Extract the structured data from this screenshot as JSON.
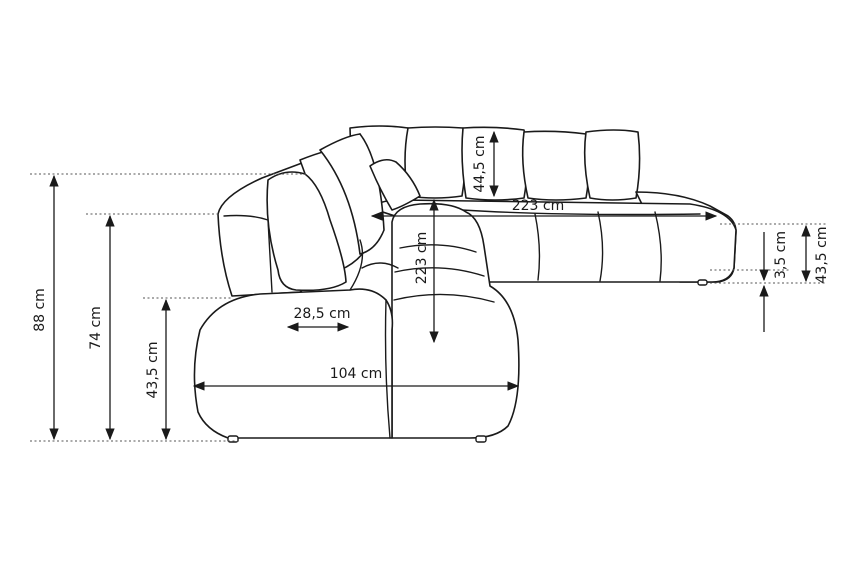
{
  "diagram": {
    "subject": "corner-sofa-dimensions",
    "labels": {
      "total_height": "88 cm",
      "backrest_height": "74 cm",
      "seat_height_left": "43,5 cm",
      "seat_depth": "104 cm",
      "armrest_width": "28,5 cm",
      "chaise_length": "223 cm",
      "sofa_width": "223 cm",
      "back_cushion_height": "44,5 cm",
      "leg_height": "3,5 cm",
      "seat_height_right": "43,5 cm"
    },
    "colors": {
      "line": "#1a1a1a",
      "guide": "#555555",
      "background": "#ffffff"
    }
  }
}
